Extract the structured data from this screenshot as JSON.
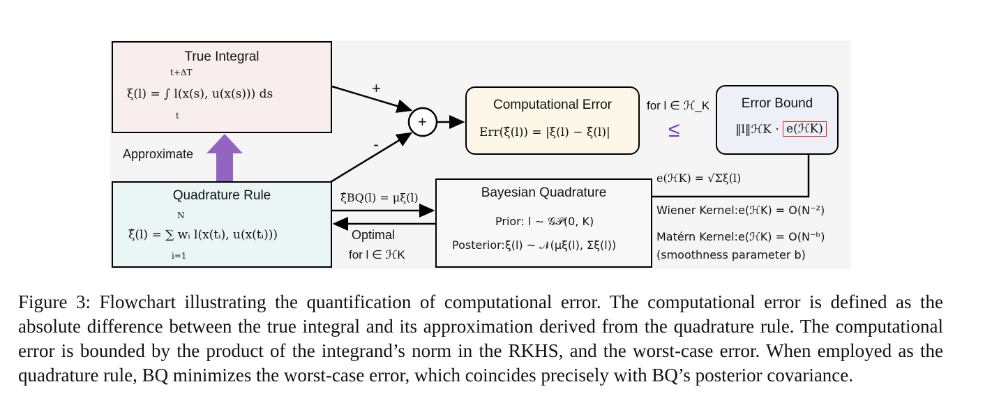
{
  "true_integral": {
    "title": "True Integral",
    "formula": "ξ(l) = ∫ l(x(s), u(x(s))) ds",
    "upper_limit": "t+ΔT",
    "lower_limit": "t"
  },
  "quadrature_rule": {
    "title": "Quadrature Rule",
    "formula": "ξ̂(l) = ∑ wᵢ l(x(tᵢ), u(x(tᵢ)))",
    "upper_limit": "N",
    "lower_limit": "i=1"
  },
  "approximate_label": "Approximate",
  "plus_label": "+",
  "minus_label": "-",
  "sum_symbol": "+",
  "computational_error": {
    "title": "Computational Error",
    "formula": "Err(ξ̂(l)) = |ξ(l) − ξ̂(l)|"
  },
  "for_l_label": "for l ∈ ℋ_K",
  "leq_symbol": "≤",
  "error_bound": {
    "title": "Error Bound",
    "formula_norm": "‖l‖ℋK ·",
    "formula_e": "e(ℋK)"
  },
  "bq_output_label": "ξ̂BQ(l) = μξ(l)",
  "optimal_label": "Optimal",
  "optimal_for_label": "for l ∈ ℋK",
  "bayesian_quadrature": {
    "title": "Bayesian Quadrature",
    "prior": "Prior: l ∼ 𝒢𝒫(0, K)",
    "posterior": "Posterior:ξ(l) ∼ 𝒩(μξ(l), Σξ(l))"
  },
  "e_def": "e(ℋK) = √Σξ(l)",
  "wiener_kernel": "Wiener Kernel:e(ℋK) = O(N⁻²)",
  "matern_kernel": "Matérn Kernel:e(ℋK) = O(N⁻ᵇ)",
  "smoothness_note": "(smoothness parameter b)",
  "colors": {
    "true_integral_fill": "#f8eeee",
    "quadrature_fill": "#eaf6f5",
    "error_box_fill": "#fdf7e8",
    "arrow_purple": "#9365c0",
    "highlight_red": "#e02020"
  },
  "caption": "Figure 3: Flowchart illustrating the quantification of computational error. The computational error is defined as the absolute difference between the true integral and its approximation derived from the quadrature rule. The computational error is bounded by the product of the integrand’s norm in the RKHS, and the worst-case error. When employed as the quadrature rule, BQ minimizes the worst-case error, which coincides precisely with BQ’s posterior covariance."
}
